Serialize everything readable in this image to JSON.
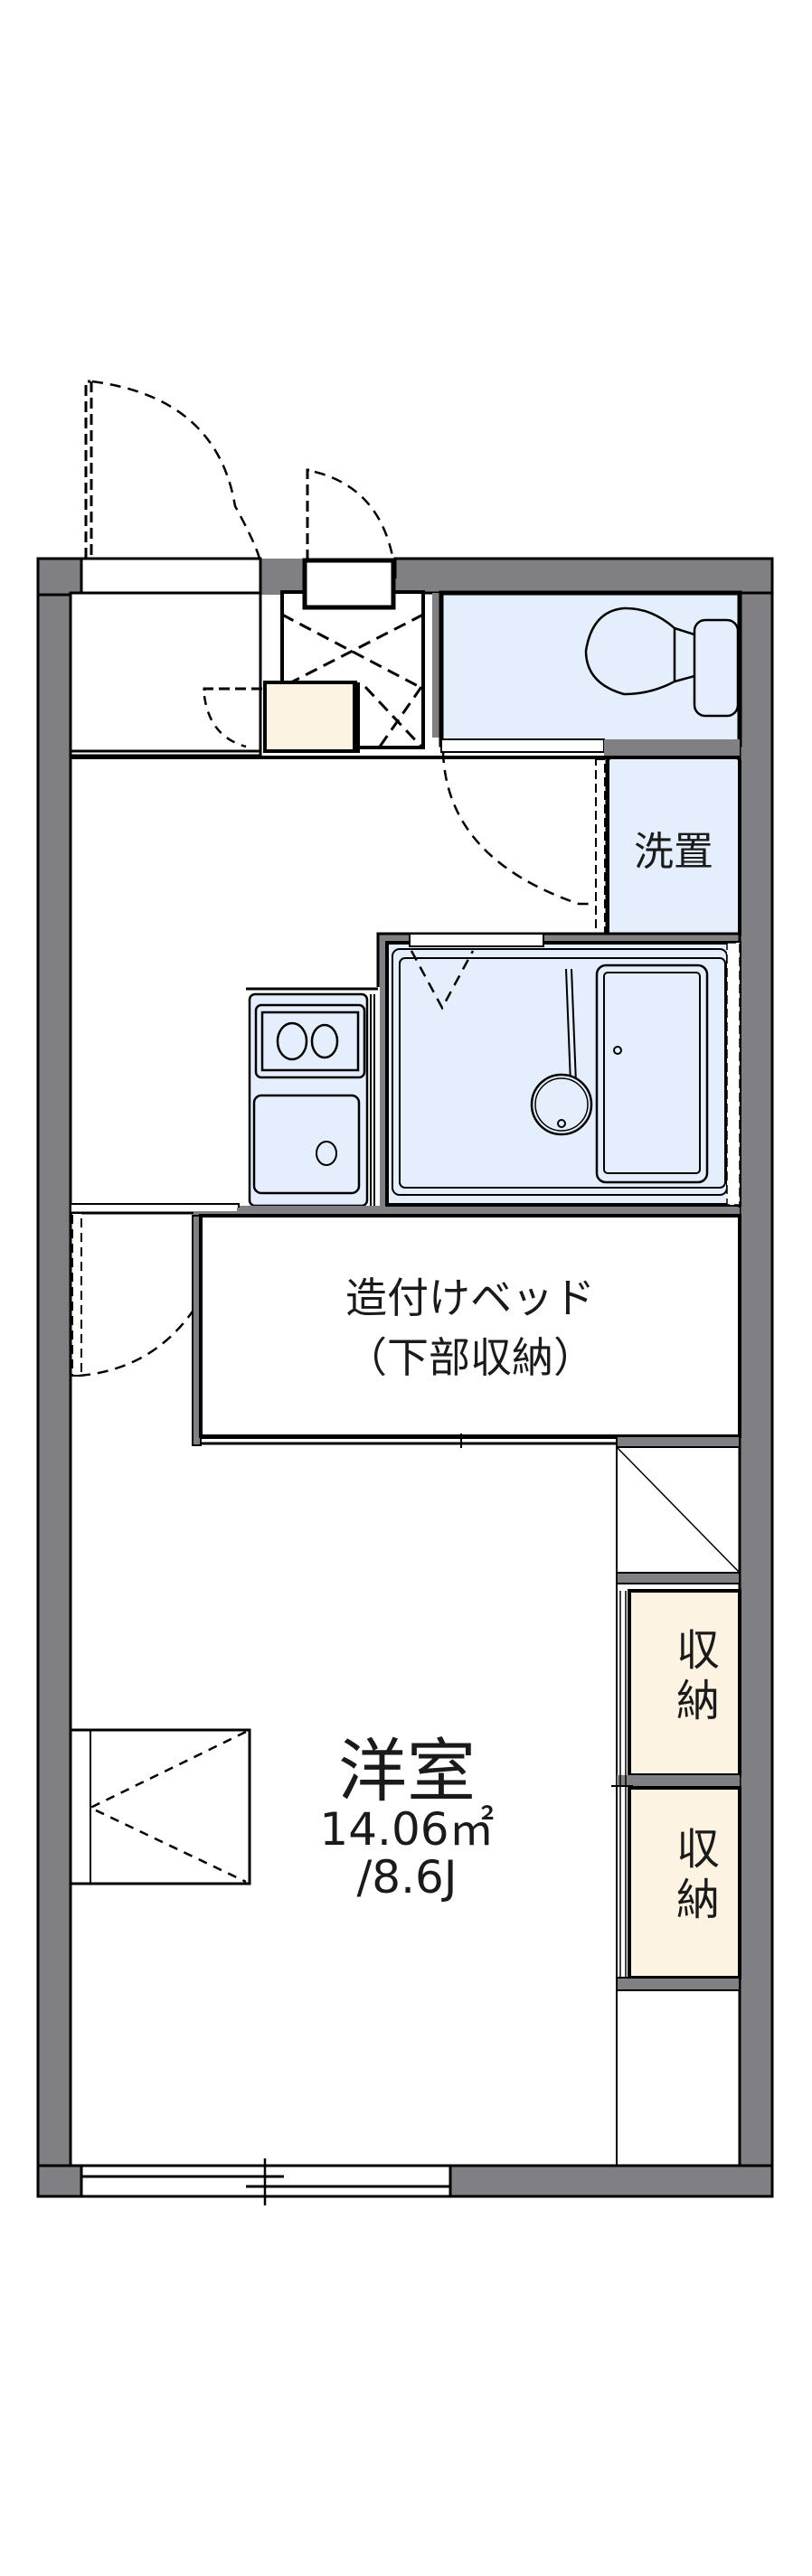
{
  "plan": {
    "type": "floor-plan",
    "colors": {
      "wall": "#808084",
      "wet_area": "#e4eefc",
      "storage": "#fdf3e2",
      "line": "#000000",
      "floor": "#ffffff"
    },
    "rooms": {
      "washroom": {
        "label": "洗置"
      },
      "built_in_bed": {
        "label_line1": "造付けベッド",
        "label_line2": "（下部収納）"
      },
      "western_room": {
        "label": "洋室",
        "area": "14.06㎡",
        "tatami": "/8.6J"
      },
      "storage_upper": {
        "label": "収納"
      },
      "storage_lower": {
        "label": "収納"
      }
    },
    "fixtures": [
      "toilet",
      "unit-bath",
      "washbasin",
      "two-burner-stove",
      "kitchen-sink",
      "entry-shoe-cabinet"
    ]
  }
}
